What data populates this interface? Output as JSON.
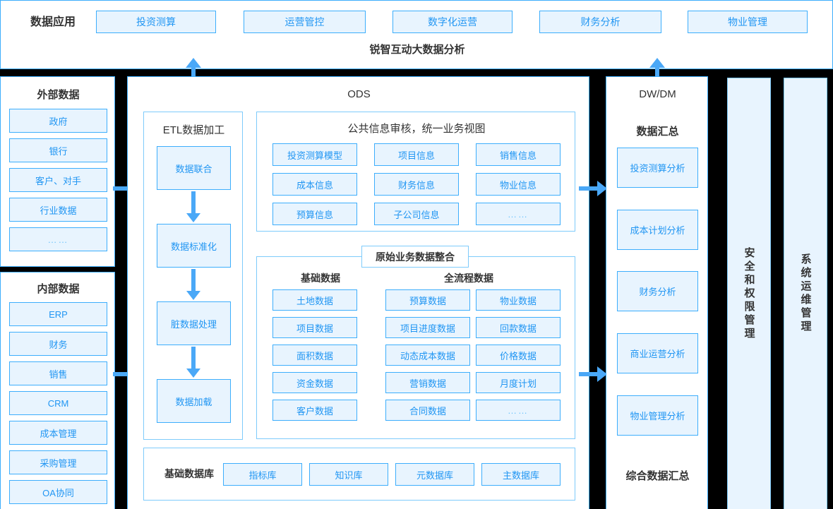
{
  "top": {
    "section_label": "数据应用",
    "system_title": "锐智互动大数据分析",
    "apps": [
      {
        "label": "投资测算"
      },
      {
        "label": "运营管控"
      },
      {
        "label": "数字化运营"
      },
      {
        "label": "财务分析"
      },
      {
        "label": "物业管理"
      }
    ]
  },
  "external": {
    "title": "外部数据",
    "items": [
      {
        "label": "政府"
      },
      {
        "label": "银行"
      },
      {
        "label": "客户、对手"
      },
      {
        "label": "行业数据"
      },
      {
        "label": "……"
      }
    ]
  },
  "internal": {
    "title": "内部数据",
    "items": [
      {
        "label": "ERP"
      },
      {
        "label": "财务"
      },
      {
        "label": "销售"
      },
      {
        "label": "CRM"
      },
      {
        "label": "成本管理"
      },
      {
        "label": "采购管理"
      },
      {
        "label": "OA协同"
      }
    ]
  },
  "ods": {
    "title": "ODS",
    "etl": {
      "title": "ETL数据加工",
      "steps": [
        {
          "label": "数据联合"
        },
        {
          "label": "数据标准化"
        },
        {
          "label": "脏数据处理"
        },
        {
          "label": "数据加载"
        }
      ]
    },
    "public_view": {
      "title": "公共信息审核，统一业务视图",
      "items": [
        {
          "label": "投资测算模型"
        },
        {
          "label": "项目信息"
        },
        {
          "label": "销售信息"
        },
        {
          "label": "成本信息"
        },
        {
          "label": "财务信息"
        },
        {
          "label": "物业信息"
        },
        {
          "label": "预算信息"
        },
        {
          "label": "子公司信息"
        },
        {
          "label": "……"
        }
      ]
    },
    "integration": {
      "title": "原始业务数据整合",
      "basic_label": "基础数据",
      "process_label": "全流程数据",
      "basic_items": [
        {
          "label": "土地数据"
        },
        {
          "label": "项目数据"
        },
        {
          "label": "面积数据"
        },
        {
          "label": "资金数据"
        },
        {
          "label": "客户数据"
        }
      ],
      "process_col1": [
        {
          "label": "预算数据"
        },
        {
          "label": "项目进度数据"
        },
        {
          "label": "动态成本数据"
        },
        {
          "label": "营销数据"
        },
        {
          "label": "合同数据"
        }
      ],
      "process_col2": [
        {
          "label": "物业数据"
        },
        {
          "label": "回款数据"
        },
        {
          "label": "价格数据"
        },
        {
          "label": "月度计划"
        },
        {
          "label": "……"
        }
      ]
    },
    "database": {
      "label": "基础数据库",
      "items": [
        {
          "label": "指标库"
        },
        {
          "label": "知识库"
        },
        {
          "label": "元数据库"
        },
        {
          "label": "主数据库"
        }
      ]
    }
  },
  "dwdm": {
    "title": "DW/DM",
    "summary_label": "数据汇总",
    "items": [
      {
        "label": "投资测算分析"
      },
      {
        "label": "成本计划分析"
      },
      {
        "label": "财务分析"
      },
      {
        "label": "商业运营分析"
      },
      {
        "label": "物业管理分析"
      }
    ],
    "footer_label": "综合数据汇总"
  },
  "sidebars": [
    {
      "label": "安全和权限管理"
    },
    {
      "label": "系统运维管理"
    }
  ],
  "colors": {
    "accent": "#3daefc",
    "fill": "#e8f4fe",
    "text_blue": "#2196f3",
    "arrow": "#4aa8f7",
    "background": "#000000",
    "panel": "#ffffff"
  }
}
